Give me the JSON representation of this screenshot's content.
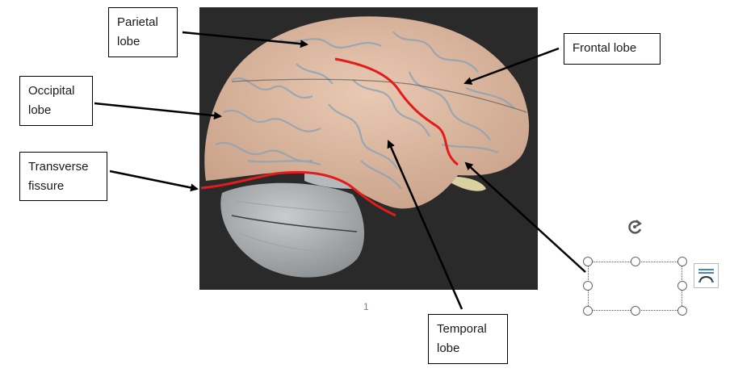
{
  "labels": {
    "parietal": "Parietal\nlobe",
    "frontal": "Frontal lobe",
    "occipital": "Occipital\nlobe",
    "transverse": "Transverse\nfissure",
    "temporal": "Temporal\nlobe"
  },
  "page_number": "1",
  "icons": {
    "rotate": "rotate-handle-icon",
    "layout": "layout-options-icon"
  },
  "colors": {
    "annotation_line": "#e41b1b",
    "arrow": "#000000",
    "photo_bg": "#2a2a2b"
  }
}
